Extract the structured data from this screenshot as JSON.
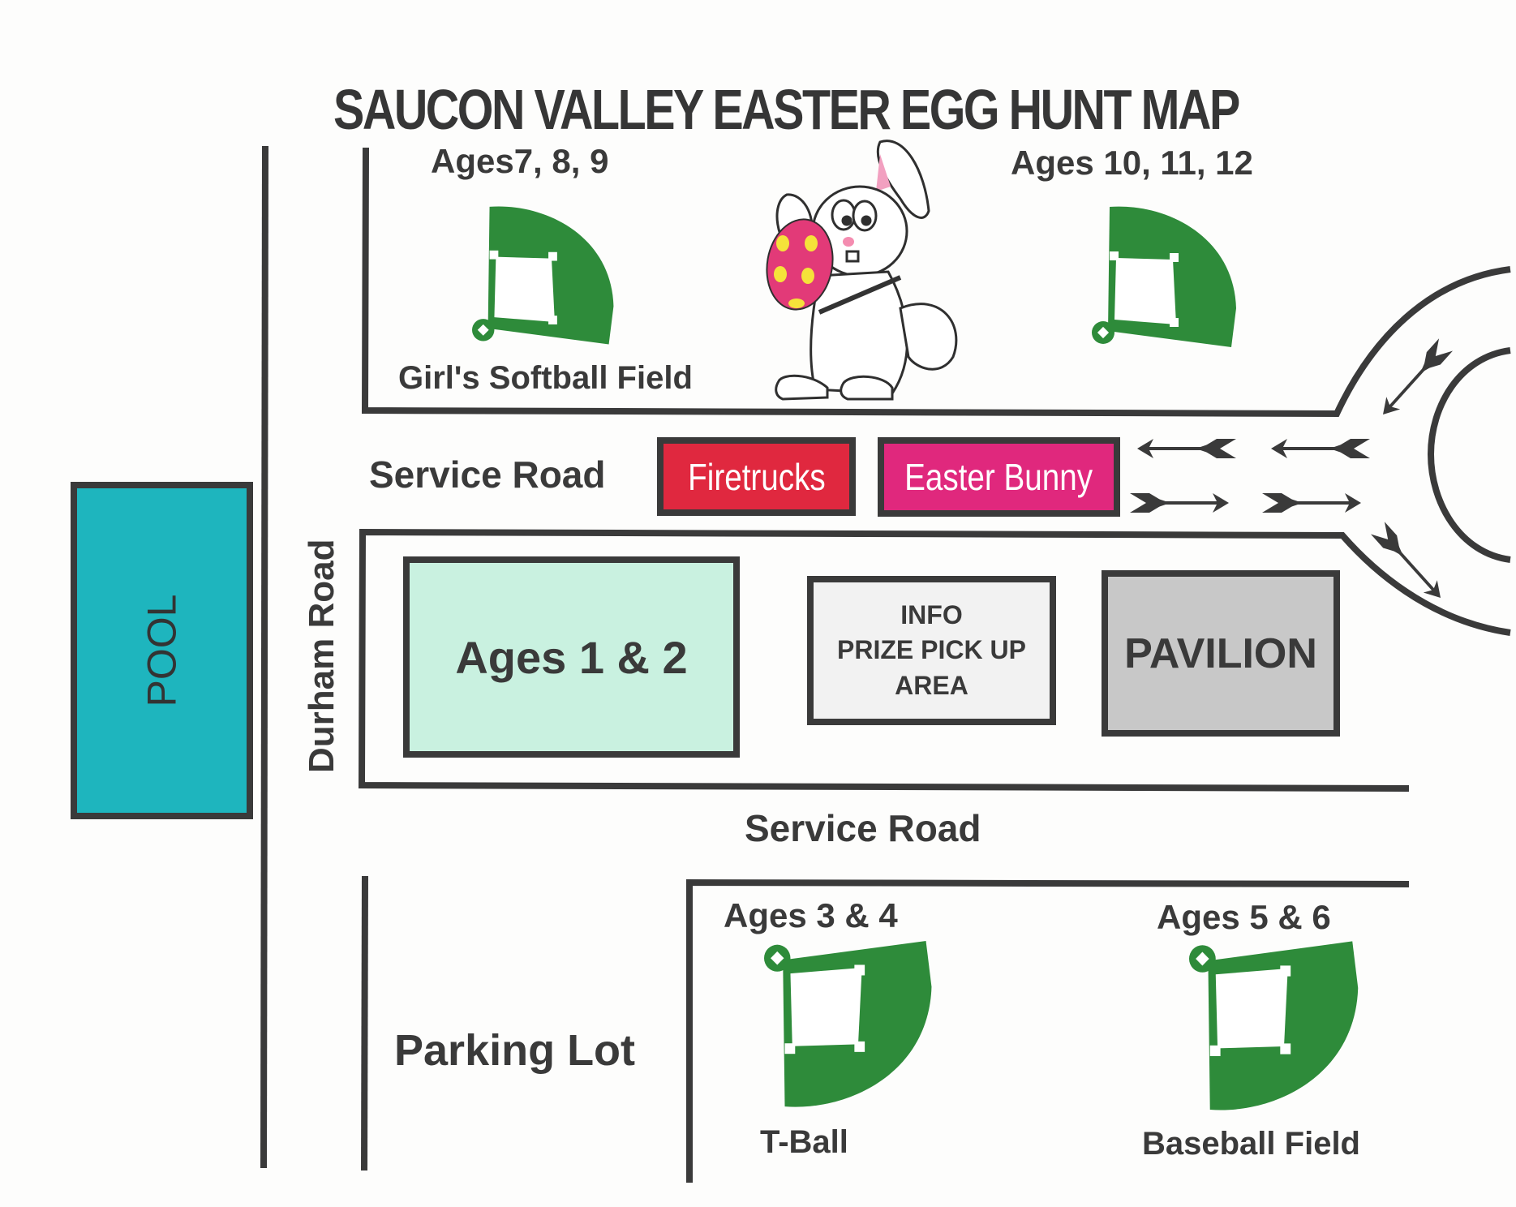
{
  "title": "SAUCON VALLEY EASTER EGG HUNT MAP",
  "colors": {
    "line": "#3a3a3a",
    "field_green": "#2e8b3a",
    "pool": "#1eb5be",
    "firetrucks": "#e0283f",
    "easter_bunny": "#e0287d",
    "ages_1_2": "#c9f1e0",
    "info": "#f2f2f2",
    "pavilion": "#c8c8c8"
  },
  "roads": {
    "durham_road": "Durham Road",
    "service_road_top": "Service Road",
    "service_road_bottom": "Service Road",
    "parking_lot": "Parking Lot"
  },
  "areas": {
    "pool": "POOL",
    "firetrucks": "Firetrucks",
    "easter_bunny": "Easter Bunny",
    "ages_1_2": "Ages 1 & 2",
    "info": {
      "line1": "INFO",
      "line2": "PRIZE PICK UP",
      "line3": "AREA"
    },
    "pavilion": "PAVILION"
  },
  "fields": [
    {
      "ages": "Ages7, 8, 9",
      "name": "Girl's Softball Field"
    },
    {
      "ages": "Ages 10, 11, 12",
      "name": ""
    },
    {
      "ages": "Ages 3 & 4",
      "name": "T-Ball"
    },
    {
      "ages": "Ages 5 & 6",
      "name": "Baseball Field"
    }
  ],
  "illustration": {
    "icon": "easter-bunny-painting-egg-icon"
  },
  "traffic": {
    "icons": [
      "arrow-left-icon",
      "arrow-right-icon",
      "arrow-diagonal-in-icon",
      "arrow-diagonal-out-icon"
    ]
  }
}
